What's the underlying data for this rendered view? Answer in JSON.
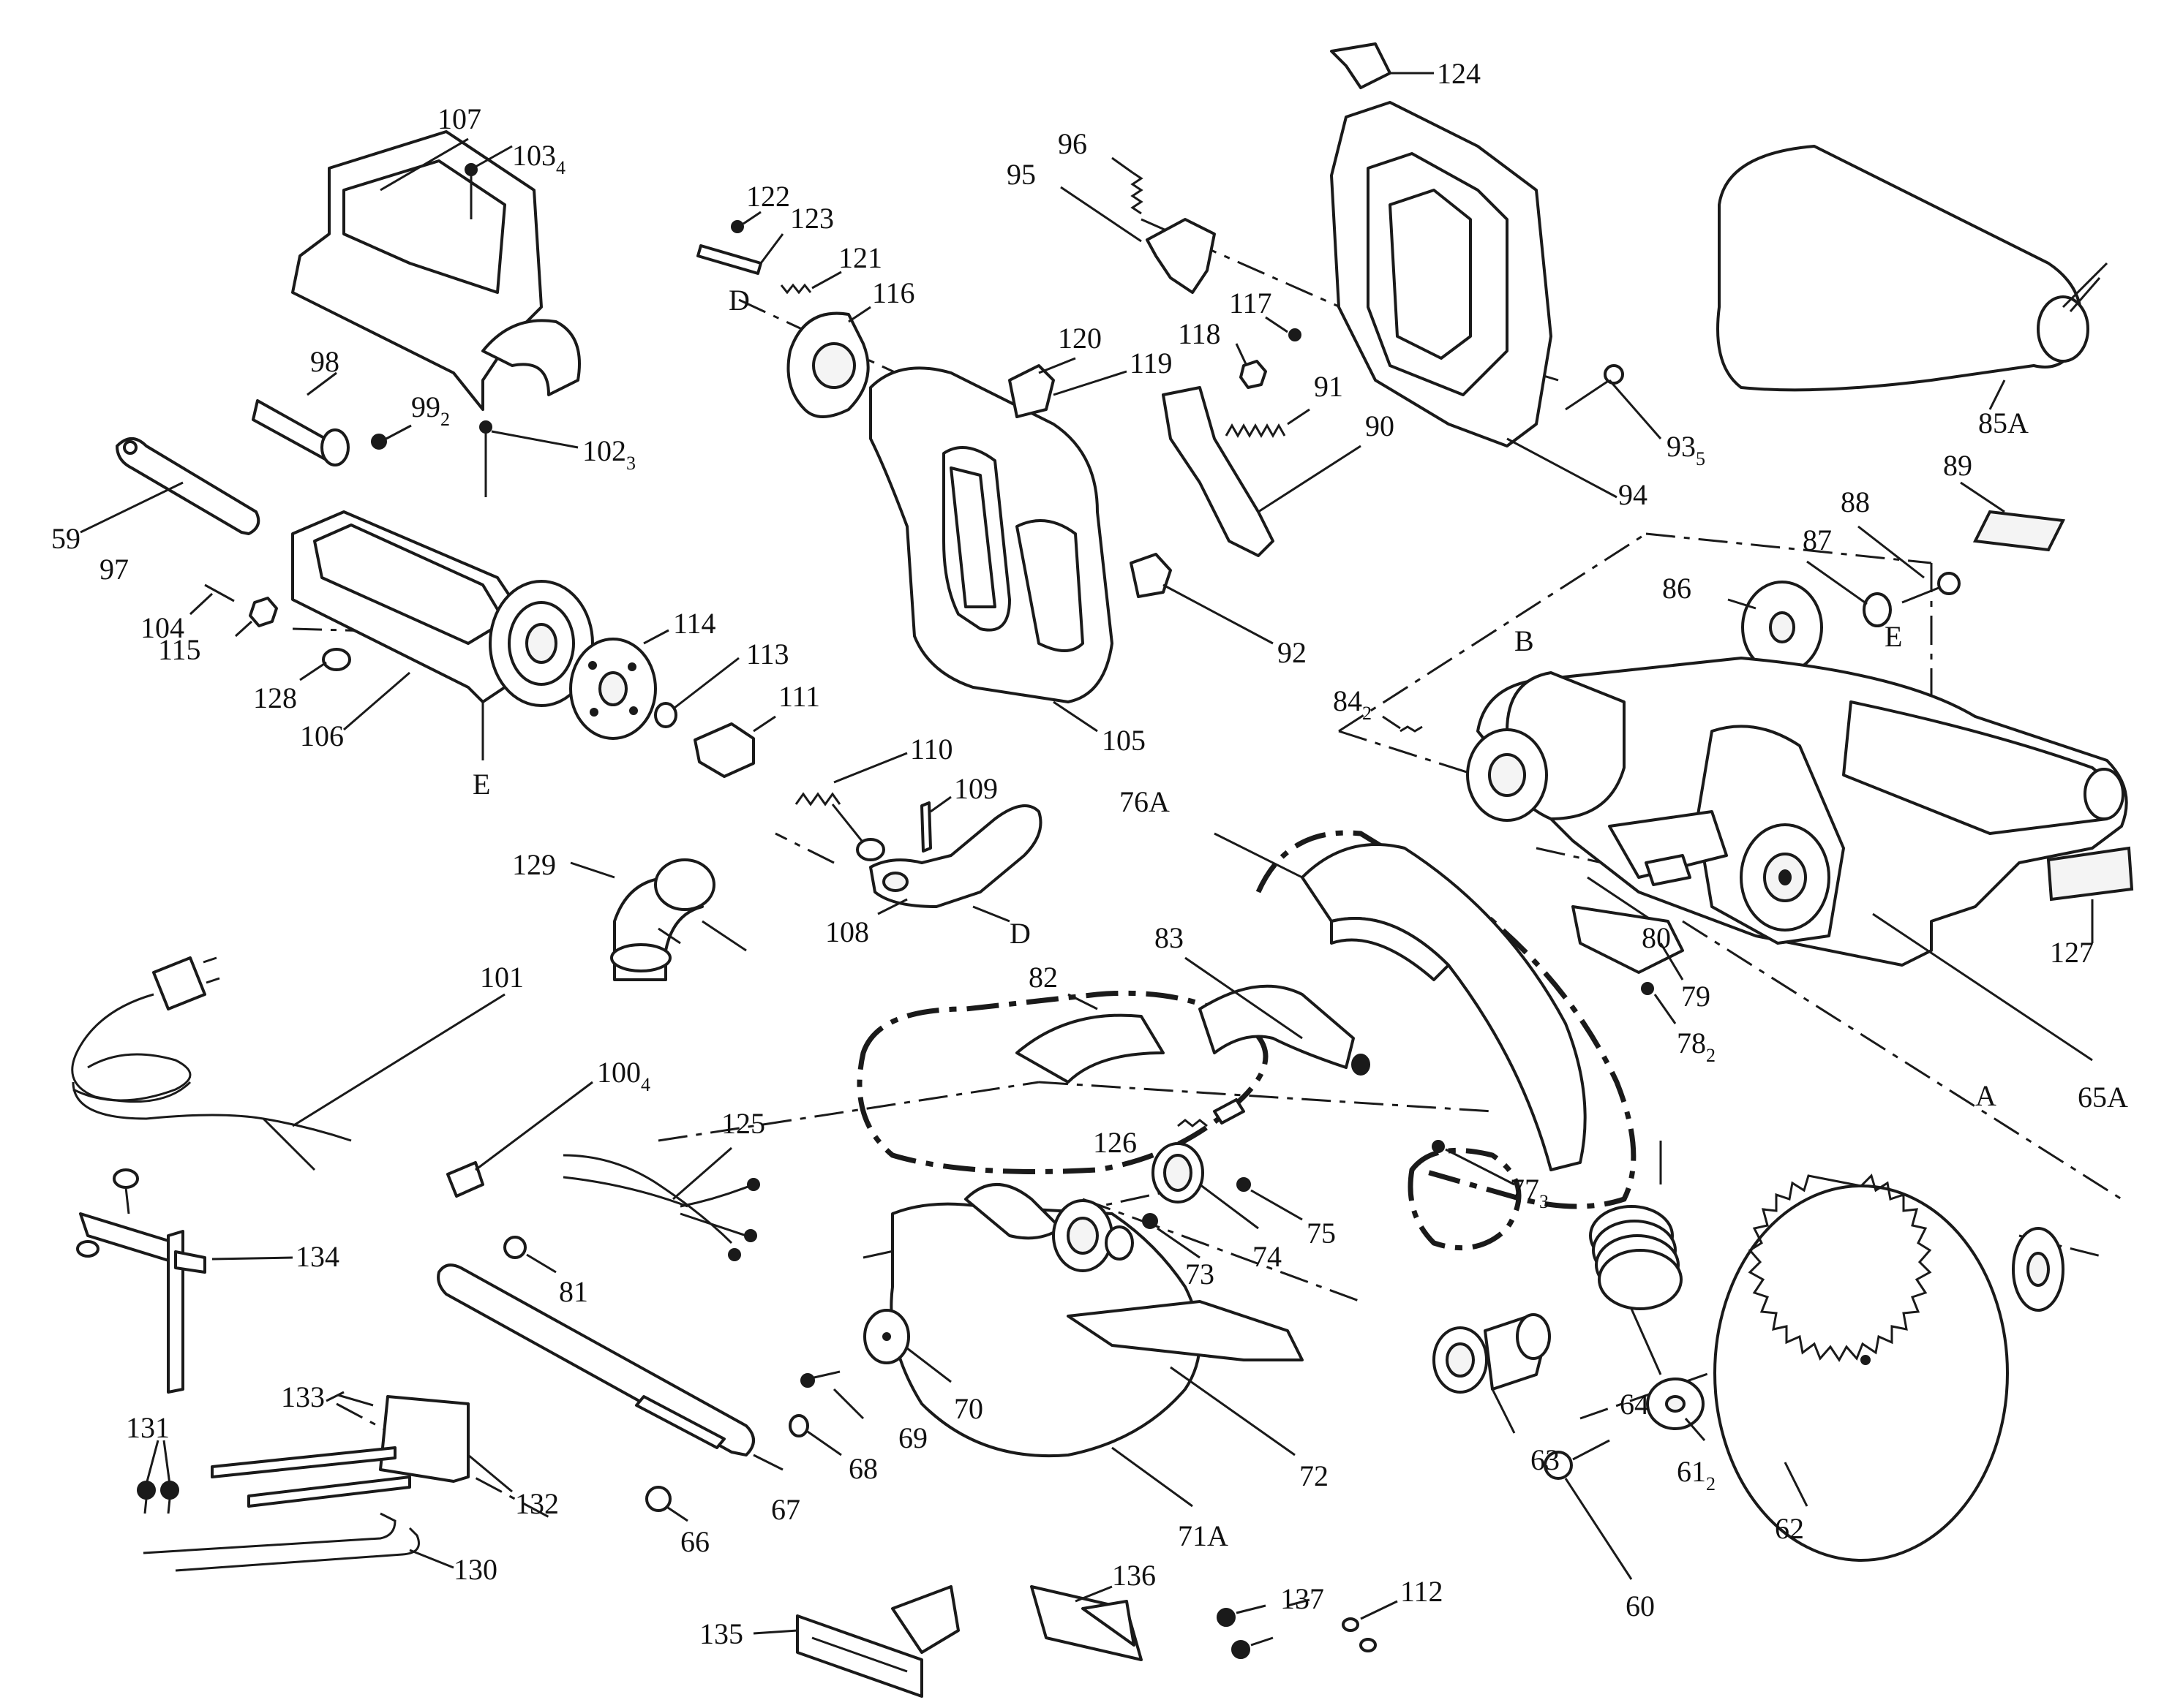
{
  "diagram": {
    "part_labels": [
      {
        "id": "p107",
        "text": "107"
      },
      {
        "id": "p103",
        "text": "103",
        "sub": "4"
      },
      {
        "id": "p98",
        "text": "98"
      },
      {
        "id": "p99",
        "text": "99",
        "sub": "2"
      },
      {
        "id": "p102",
        "text": "102",
        "sub": "3"
      },
      {
        "id": "p59",
        "text": "59"
      },
      {
        "id": "p97",
        "text": "97"
      },
      {
        "id": "p104",
        "text": "104"
      },
      {
        "id": "p115",
        "text": "115"
      },
      {
        "id": "p128",
        "text": "128"
      },
      {
        "id": "p106",
        "text": "106"
      },
      {
        "id": "pE1",
        "text": "E"
      },
      {
        "id": "p114",
        "text": "114"
      },
      {
        "id": "p113",
        "text": "113"
      },
      {
        "id": "p111",
        "text": "111"
      },
      {
        "id": "p122",
        "text": "122"
      },
      {
        "id": "p123",
        "text": "123"
      },
      {
        "id": "p121",
        "text": "121"
      },
      {
        "id": "pD1",
        "text": "D"
      },
      {
        "id": "p116",
        "text": "116"
      },
      {
        "id": "p96",
        "text": "96"
      },
      {
        "id": "p95",
        "text": "95"
      },
      {
        "id": "p124",
        "text": "124"
      },
      {
        "id": "p120",
        "text": "120"
      },
      {
        "id": "p119",
        "text": "119"
      },
      {
        "id": "p117",
        "text": "117"
      },
      {
        "id": "p118",
        "text": "118"
      },
      {
        "id": "p91",
        "text": "91"
      },
      {
        "id": "p90",
        "text": "90"
      },
      {
        "id": "p93",
        "text": "93",
        "sub": "5"
      },
      {
        "id": "p94",
        "text": "94"
      },
      {
        "id": "p85A",
        "text": "85A"
      },
      {
        "id": "p89",
        "text": "89"
      },
      {
        "id": "p88",
        "text": "88"
      },
      {
        "id": "p87",
        "text": "87"
      },
      {
        "id": "p86",
        "text": "86"
      },
      {
        "id": "pB",
        "text": "B"
      },
      {
        "id": "pE2",
        "text": "E"
      },
      {
        "id": "p84",
        "text": "84",
        "sub": "2"
      },
      {
        "id": "p92",
        "text": "92"
      },
      {
        "id": "p105",
        "text": "105"
      },
      {
        "id": "p110",
        "text": "110"
      },
      {
        "id": "p109",
        "text": "109"
      },
      {
        "id": "p108",
        "text": "108"
      },
      {
        "id": "pD2",
        "text": "D"
      },
      {
        "id": "p129",
        "text": "129"
      },
      {
        "id": "p76A",
        "text": "76A"
      },
      {
        "id": "p127",
        "text": "127"
      },
      {
        "id": "p80",
        "text": "80"
      },
      {
        "id": "p79",
        "text": "79"
      },
      {
        "id": "p78",
        "text": "78",
        "sub": "2"
      },
      {
        "id": "p65A",
        "text": "65A"
      },
      {
        "id": "p82",
        "text": "82"
      },
      {
        "id": "p83",
        "text": "83"
      },
      {
        "id": "p101",
        "text": "101"
      },
      {
        "id": "p100",
        "text": "100",
        "sub": "4"
      },
      {
        "id": "p125",
        "text": "125"
      },
      {
        "id": "p126",
        "text": "126"
      },
      {
        "id": "p77",
        "text": "77",
        "sub": "3"
      },
      {
        "id": "pA",
        "text": "A"
      },
      {
        "id": "p75",
        "text": "75"
      },
      {
        "id": "p74",
        "text": "74"
      },
      {
        "id": "p73",
        "text": "73"
      },
      {
        "id": "p134",
        "text": "134"
      },
      {
        "id": "p81",
        "text": "81"
      },
      {
        "id": "p70",
        "text": "70"
      },
      {
        "id": "p69",
        "text": "69"
      },
      {
        "id": "p68",
        "text": "68"
      },
      {
        "id": "p72",
        "text": "72"
      },
      {
        "id": "p63",
        "text": "63"
      },
      {
        "id": "p64",
        "text": "64"
      },
      {
        "id": "p62",
        "text": "62"
      },
      {
        "id": "p131",
        "text": "131"
      },
      {
        "id": "p133",
        "text": "133"
      },
      {
        "id": "p132",
        "text": "132"
      },
      {
        "id": "p67",
        "text": "67"
      },
      {
        "id": "p66",
        "text": "66"
      },
      {
        "id": "p71A",
        "text": "71A"
      },
      {
        "id": "p61",
        "text": "61",
        "sub": "2"
      },
      {
        "id": "p60",
        "text": "60"
      },
      {
        "id": "p130",
        "text": "130"
      },
      {
        "id": "p135",
        "text": "135"
      },
      {
        "id": "p136",
        "text": "136"
      },
      {
        "id": "p137",
        "text": "137"
      },
      {
        "id": "p112",
        "text": "112"
      }
    ]
  }
}
